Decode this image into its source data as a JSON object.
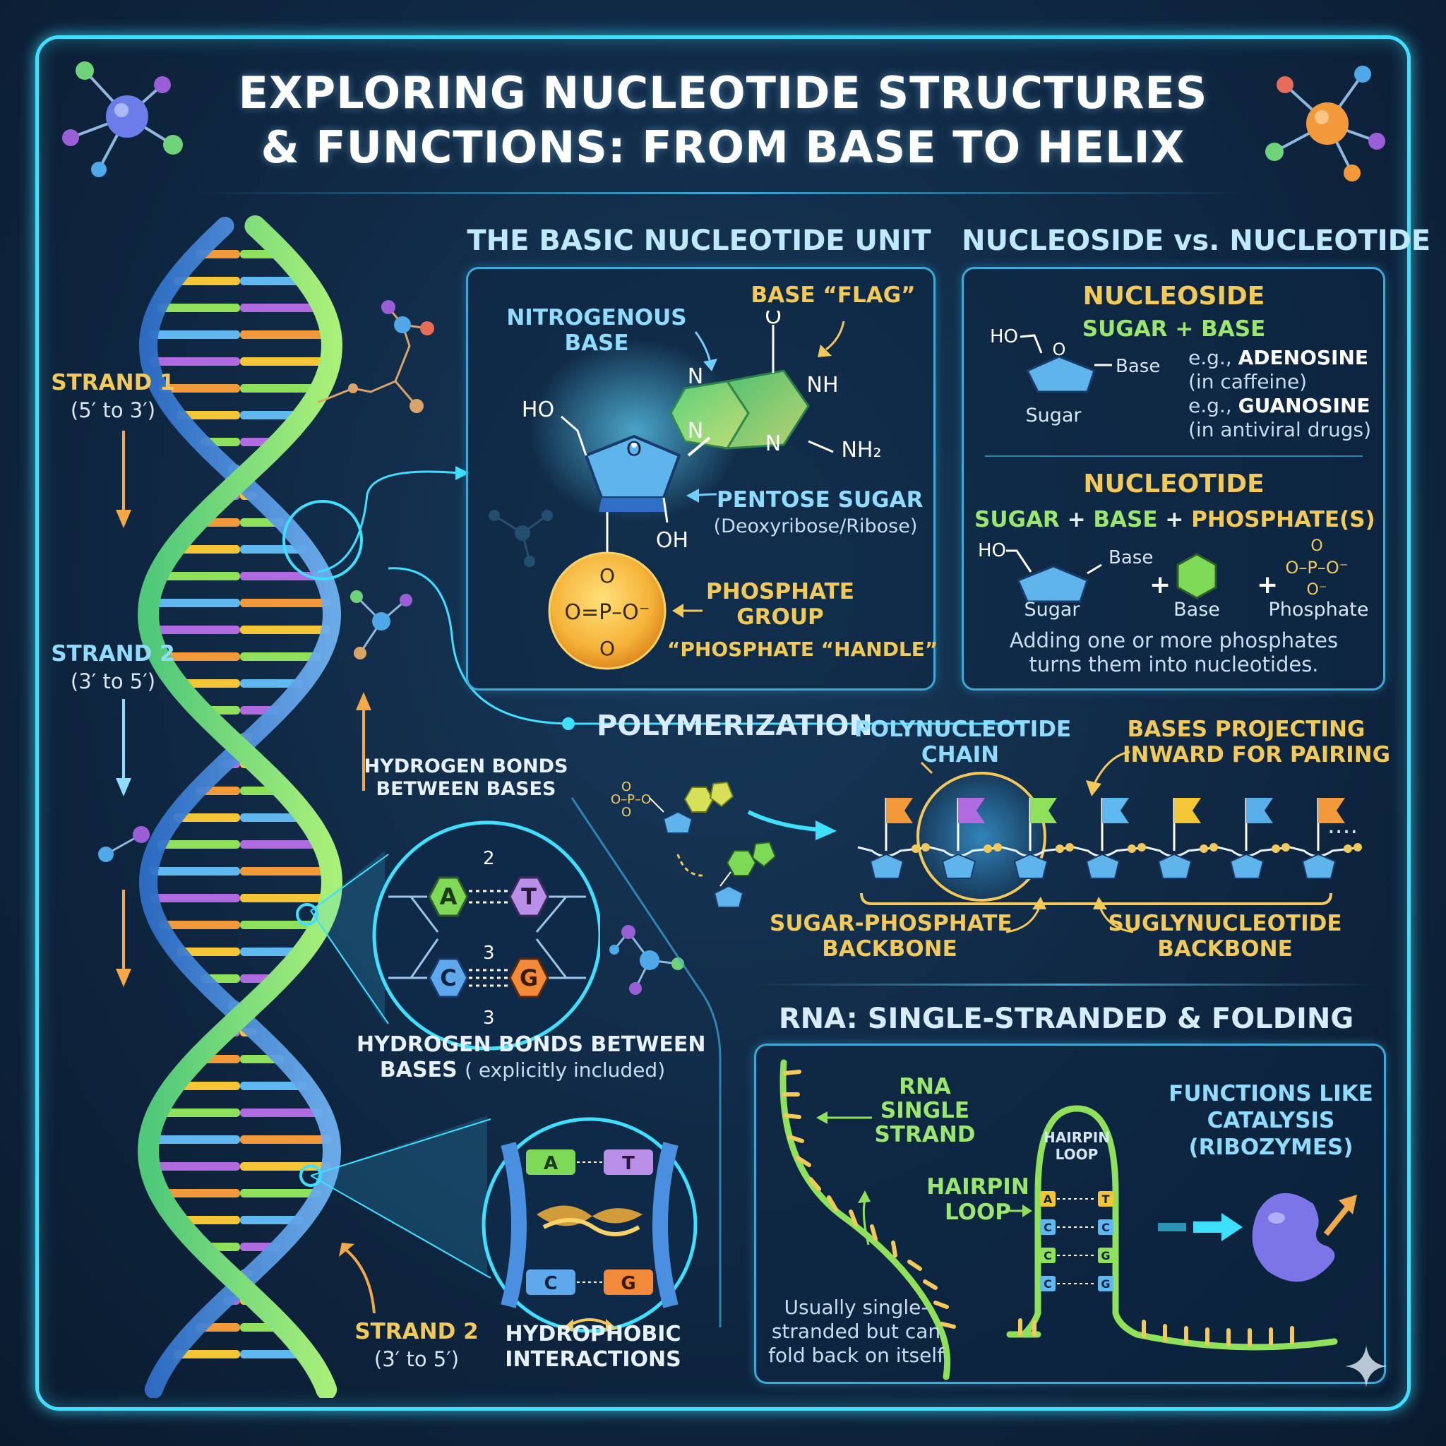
{
  "title": {
    "line1": "EXPLORING NUCLEOTIDE STRUCTURES",
    "line2": "& FUNCTIONS: FROM BASE TO HELIX"
  },
  "helix": {
    "strand1_label": "STRAND 1",
    "strand1_dir": "(5′ to 3′)",
    "strand2_label": "STRAND 2",
    "strand2_dir": "(3′ to 5′)",
    "strand2b_label": "STRAND 2",
    "strand2b_dir": "(3′ to 5′)",
    "hbonds_label": [
      "HYDROGEN BONDS",
      "BETWEEN BASES"
    ],
    "hbonds2_label": [
      "HYDROGEN BONDS BETWEEN",
      "BASES"
    ],
    "hbonds2_note": "( explicitly included)",
    "hydrophobic_label": [
      "HYDROPHOBIC",
      "INTERACTIONS"
    ],
    "pairs": [
      {
        "left": "A",
        "right": "T",
        "bonds": "2"
      },
      {
        "left": "C",
        "right": "G",
        "bonds": "3"
      }
    ],
    "bonds_top": "2",
    "bonds_mid": "3",
    "bonds_bottom": "3",
    "stack_pairs": [
      {
        "left": "A",
        "right": "T"
      },
      {
        "left": "C",
        "right": "G"
      }
    ]
  },
  "basic_unit": {
    "heading": "THE BASIC NUCLEOTIDE UNIT",
    "nitrogenous_base": [
      "NITROGENOUS",
      "BASE"
    ],
    "base_flag": "BASE “FLAG”",
    "pentose_sugar": "PENTOSE SUGAR",
    "pentose_note": "(Deoxyribose/Ribose)",
    "phosphate_group": [
      "PHOSPHATE",
      "GROUP"
    ],
    "phosphate_handle": "“PHOSPHATE “HANDLE”",
    "atoms": {
      "o_top": "O",
      "n1": "N",
      "nh": "NH",
      "n2": "N",
      "n3": "N",
      "nh2": "NH₂",
      "ho": "HO",
      "o_ring": "O",
      "oh": "OH",
      "p_o_top": "O",
      "p_mid": "O=P–O⁻",
      "p_o_bottom": "O"
    }
  },
  "nucleoside_vs": {
    "heading": "NUCLEOSIDE vs. NUCLEOTIDE",
    "nucleoside_title": "NUCLEOSIDE",
    "nucleoside_formula": "SUGAR + BASE",
    "ns_ho": "HO",
    "ns_o": "O",
    "ns_base": "Base",
    "ns_sugar": "Sugar",
    "ex1_prefix": "e.g., ",
    "ex1_name": "ADENOSINE",
    "ex1_note": "(in caffeine)",
    "ex2_prefix": "e.g., ",
    "ex2_name": "GUANOSINE",
    "ex2_note": "(in antiviral drugs)",
    "nucleotide_title": "NUCLEOTIDE",
    "nt_f_sugar": "SUGAR",
    "nt_f_base": "BASE",
    "nt_f_phos": "PHOSPHATE(S)",
    "nt_ho": "HO",
    "nt_base_top": "Base",
    "nt_sugar": "Sugar",
    "nt_base": "Base",
    "nt_phosphate": "Phosphate",
    "nt_plus": "+",
    "nt_p_top": "O",
    "nt_p_mid": "O–P–O⁻",
    "nt_p_bottom": "O⁻",
    "note": [
      "Adding one or more phosphates",
      "turns them into nucleotides."
    ]
  },
  "polymerization": {
    "heading": "POLYMERIZATION",
    "chain_label": [
      "POLYNUCLEOTIDE",
      "CHAIN"
    ],
    "bases_label": [
      "BASES PROJECTING",
      "INWARD FOR PAIRING"
    ],
    "backbone_label": [
      "SUGAR-PHOSPHATE",
      "BACKBONE"
    ],
    "backbone2_label": [
      "SUGLYNUCLEOTIDE",
      "BACKBONE"
    ],
    "ellipsis": "....",
    "flag_colors": [
      "#f29a3a",
      "#b06be0",
      "#8fe05a",
      "#5fb8f0",
      "#f4c534",
      "#58aee8",
      "#f29a3a"
    ]
  },
  "rna": {
    "heading": "RNA: SINGLE-STRANDED & FOLDING",
    "single_strand": [
      "RNA",
      "SINGLE",
      "STRAND"
    ],
    "hairpin_small": [
      "HAIRPIN",
      "LOOP"
    ],
    "hairpin": [
      "HAIRPIN",
      "LOOP"
    ],
    "functions": [
      "FUNCTIONS LIKE",
      "CATALYSIS",
      "(RIBOZYMES)"
    ],
    "note": [
      "Usually single-",
      "stranded but can",
      "fold back on itself"
    ],
    "stem_pairs": [
      {
        "left": "A",
        "right": "T"
      },
      {
        "left": "C",
        "right": "C"
      },
      {
        "left": "C",
        "right": "G"
      },
      {
        "left": "C",
        "right": "G"
      }
    ]
  },
  "colors": {
    "frame": "#3fe0ff",
    "accent_yellow": "#f3c95a",
    "accent_green": "#9ae66e",
    "strand_green": "#7fe05a",
    "strand_blue": "#4a8fe0"
  }
}
